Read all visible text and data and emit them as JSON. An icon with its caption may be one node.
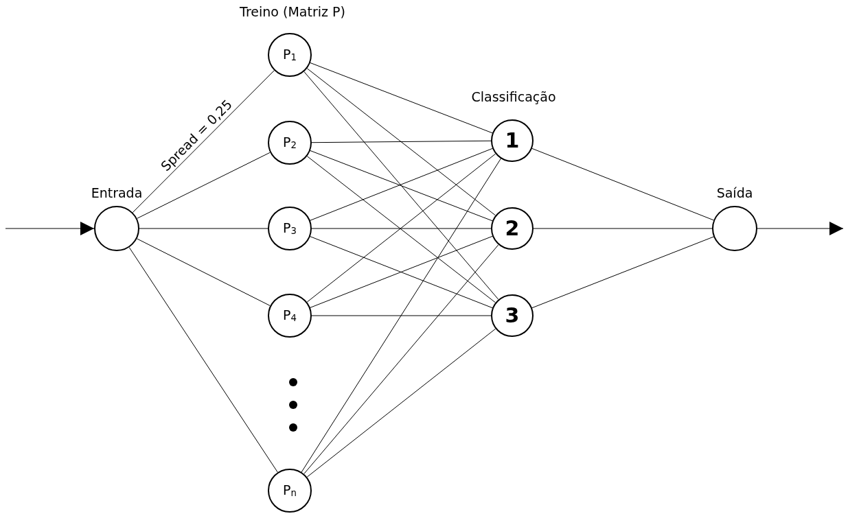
{
  "diagram": {
    "nodes": [
      {
        "text": [
          "Entrada"
        ]
      },
      {
        "text": [
          "P$_{1}$"
        ]
      },
      {
        "text": [
          "P$_{2}$"
        ]
      },
      {
        "text": [
          "P$_{3}$"
        ]
      },
      {
        "text": [
          "P$_{4}$"
        ]
      },
      {
        "text": [
          "P$_{n}$"
        ]
      },
      {
        "text": [
          "1"
        ]
      },
      {
        "text": [
          "2"
        ]
      },
      {
        "text": [
          "3"
        ]
      },
      {
        "text": [
          "Saída"
        ]
      }
    ],
    "edges": [
      {
        "from": null,
        "to": 0,
        "arrow": "to"
      },
      {
        "from": 0,
        "to": 1,
        "arrow": "none",
        "label": "Spread = 0,25"
      },
      {
        "from": 0,
        "to": 2,
        "arrow": "none"
      },
      {
        "from": 0,
        "to": 3,
        "arrow": "none"
      },
      {
        "from": 0,
        "to": 4,
        "arrow": "none"
      },
      {
        "from": 0,
        "to": 5,
        "arrow": "none"
      },
      {
        "from": 1,
        "to": 6,
        "arrow": "none"
      },
      {
        "from": 1,
        "to": 7,
        "arrow": "none"
      },
      {
        "from": 1,
        "to": 8,
        "arrow": "none"
      },
      {
        "from": 2,
        "to": 6,
        "arrow": "none"
      },
      {
        "from": 2,
        "to": 7,
        "arrow": "none"
      },
      {
        "from": 2,
        "to": 8,
        "arrow": "none"
      },
      {
        "from": 3,
        "to": 6,
        "arrow": "none"
      },
      {
        "from": 3,
        "to": 7,
        "arrow": "none"
      },
      {
        "from": 3,
        "to": 8,
        "arrow": "none"
      },
      {
        "from": 4,
        "to": 6,
        "arrow": "none"
      },
      {
        "from": 4,
        "to": 7,
        "arrow": "none"
      },
      {
        "from": 4,
        "to": 8,
        "arrow": "none"
      },
      {
        "from": 5,
        "to": 6,
        "arrow": "none"
      },
      {
        "from": 5,
        "to": 7,
        "arrow": "none"
      },
      {
        "from": 5,
        "to": 8,
        "arrow": "none"
      },
      {
        "from": 6,
        "to": 9,
        "arrow": "none"
      },
      {
        "from": 7,
        "to": 9,
        "arrow": "none"
      },
      {
        "from": 8,
        "to": 9,
        "arrow": "none"
      },
      {
        "from": 9,
        "to": null,
        "arrow": "to"
      }
    ],
    "labels": [
      "Treino (Matriz P)",
      "Classificação"
    ]
  }
}
